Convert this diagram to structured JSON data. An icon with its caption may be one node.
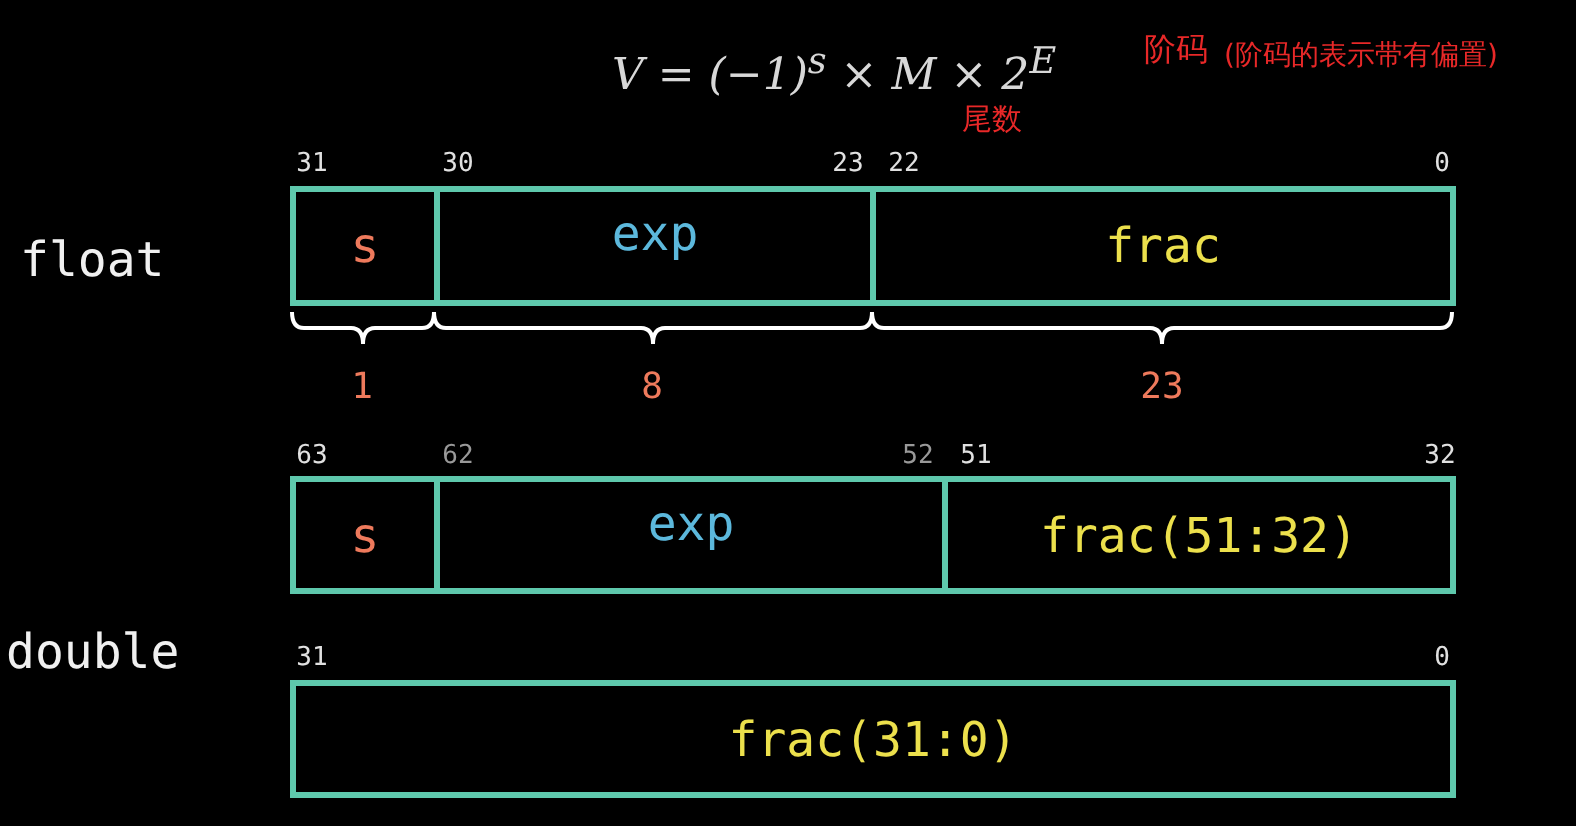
{
  "diagram": {
    "nodes": [
      {
        "text": [
          "s"
        ]
      },
      {
        "text": [
          "exp"
        ]
      },
      {
        "text": [
          "frac"
        ]
      },
      {
        "text": [
          "s"
        ]
      },
      {
        "text": [
          "exp"
        ]
      },
      {
        "text": [
          "frac(51:32)"
        ]
      },
      {
        "text": [
          "frac(31:0)"
        ]
      }
    ],
    "labels": [
      "V = (−1)$^{s}$ × M × 2$^{E}$",
      "阶码",
      "(阶码的表示带有偏置)",
      "尾数",
      "31",
      "30",
      "23",
      "22",
      "0",
      "float",
      "1",
      "8",
      "23",
      "63",
      "62",
      "52",
      "51",
      "32",
      "double",
      "31",
      "0"
    ]
  }
}
